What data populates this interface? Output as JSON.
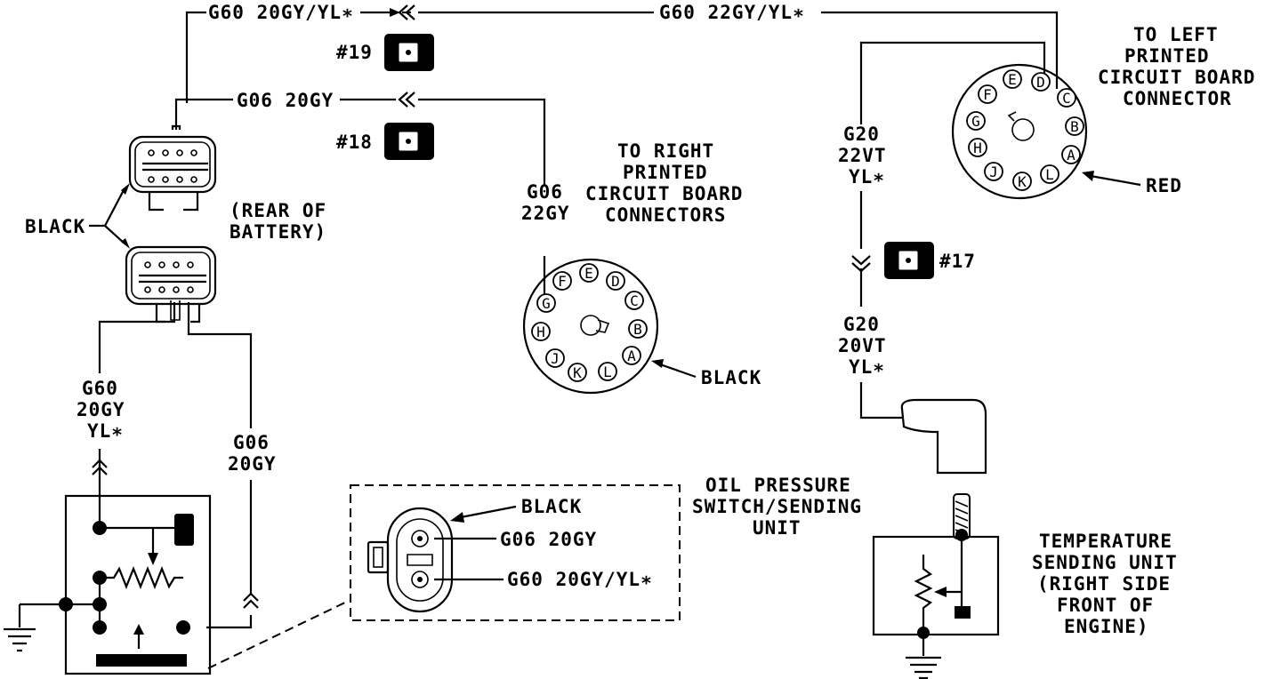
{
  "wires": {
    "top_left": "G60 20GY/YL∗",
    "top_right": "G60 22GY/YL∗",
    "mid": "G06 20GY",
    "left_g60": [
      "G60",
      "20GY",
      "YL∗"
    ],
    "left_g06": [
      "G06",
      "20GY"
    ],
    "right_g06": [
      "G06",
      "22GY"
    ],
    "right_g20_upper": [
      "G20",
      "22VT",
      "YL∗"
    ],
    "right_g20_lower": [
      "G20",
      "20VT",
      "YL∗"
    ],
    "switch_g06": "G06 20GY",
    "switch_g60": "G60 20GY/YL∗"
  },
  "splices": {
    "s19": "#19",
    "s18": "#18",
    "s17": "#17"
  },
  "labels": {
    "black_left": "BLACK",
    "rear_battery": [
      "(REAR OF",
      "BATTERY)"
    ],
    "right_board": [
      "TO RIGHT",
      "PRINTED",
      "CIRCUIT BOARD",
      "CONNECTORS"
    ],
    "left_board": [
      "TO LEFT",
      "PRINTED",
      "CIRCUIT BOARD",
      "CONNECTOR"
    ],
    "black_right_conn": "BLACK",
    "red_conn": "RED",
    "oil_black": "BLACK",
    "oil_title": [
      "OIL PRESSURE",
      "SWITCH/SENDING",
      "UNIT"
    ],
    "temp_title": [
      "TEMPERATURE",
      "SENDING UNIT",
      "(RIGHT SIDE",
      "FRONT OF",
      "ENGINE)"
    ]
  },
  "connector_pins": [
    "A",
    "B",
    "C",
    "D",
    "E",
    "F",
    "G",
    "H",
    "J",
    "K",
    "L"
  ]
}
